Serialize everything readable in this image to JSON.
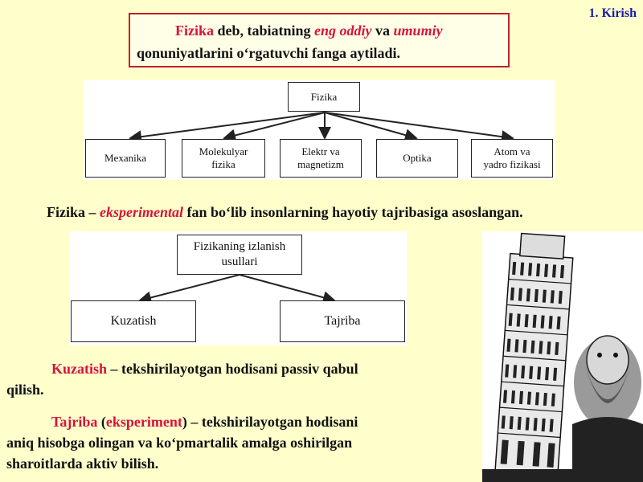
{
  "slide_number": "1. Kirish",
  "definition": {
    "term": "Fizika",
    "text1": " deb, tabiatning ",
    "simplest": "eng oddiy",
    "text2": " va ",
    "general": "umumiy",
    "line2": "qonuniyatlarini o‘rgatuvchi fanga aytiladi."
  },
  "branches_diagram": {
    "root": "Fizika",
    "children": [
      {
        "line1": "Mexanika",
        "line2": ""
      },
      {
        "line1": "Molekulyar",
        "line2": "fizika"
      },
      {
        "line1": "Elektr va",
        "line2": "magnetizm"
      },
      {
        "line1": "Optika",
        "line2": ""
      },
      {
        "line1": "Atom va",
        "line2": "yadro fizikasi"
      }
    ]
  },
  "experimental_statement": {
    "prefix": "Fizika – ",
    "highlight": "eksperimental",
    "suffix": " fan bo‘lib insonlarning hayotiy tajribasiga asoslangan."
  },
  "methods_diagram": {
    "root_line1": "Fizikaning izlanish",
    "root_line2": "usullari",
    "left": "Kuzatish",
    "right": "Tajriba"
  },
  "observation_def": {
    "term": "Kuzatish",
    "line1": " – tekshirilayotgan hodisani passiv qabul",
    "line2": "qilish."
  },
  "experiment_def": {
    "term": "Tajriba",
    "paren_open": " (",
    "term2": "eksperiment",
    "line1_rest": ") – tekshirilayotgan hodisani",
    "line2": "aniq hisobga olingan va ko‘pmartalik amalga oshirilgan",
    "line3": "sharoitlarda aktiv bilish."
  },
  "colors": {
    "background": "#ffffcc",
    "accent": "#d4143c",
    "slide_number": "#1a1aa8"
  }
}
